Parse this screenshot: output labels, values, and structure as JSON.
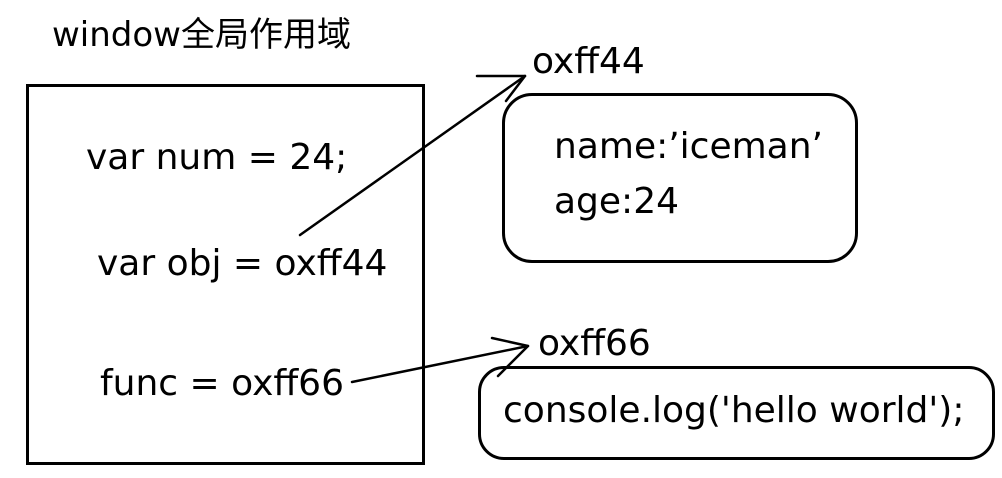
{
  "window_scope": {
    "title": "window全局作用域",
    "lines": {
      "num": "var num = 24;",
      "obj": "var obj = oxff44",
      "func": "func = oxff66"
    }
  },
  "heap": {
    "object": {
      "address": "oxff44",
      "name_line": "name:’iceman’",
      "age_line": "age:24"
    },
    "function": {
      "address": "oxff66",
      "body": "console.log('hello world');"
    }
  },
  "colors": {
    "ink": "#000000",
    "background": "#ffffff"
  }
}
